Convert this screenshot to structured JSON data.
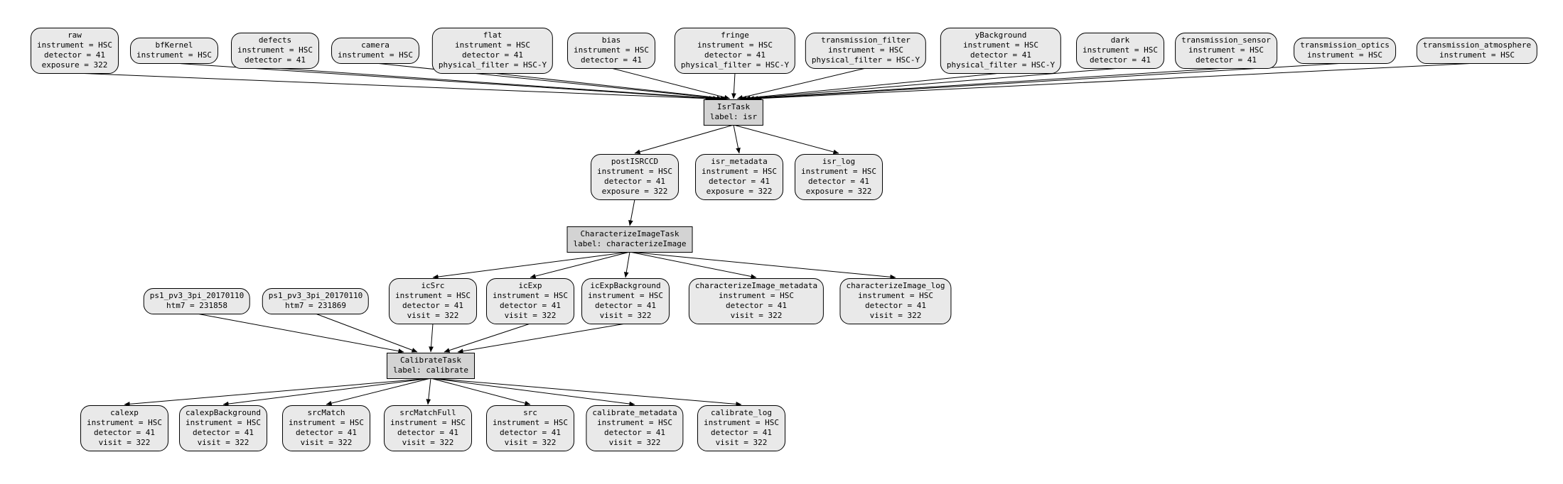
{
  "colors": {
    "background": "#ffffff",
    "dataset_fill": "#e9e9e9",
    "task_fill": "#d3d3d3",
    "node_border": "#000000",
    "edge": "#000000",
    "text": "#000000"
  },
  "nodes": {
    "raw": {
      "kind": "dataset",
      "title": "raw",
      "attrs": [
        "instrument = HSC",
        "detector = 41",
        "exposure = 322"
      ]
    },
    "bfKernel": {
      "kind": "dataset",
      "title": "bfKernel",
      "attrs": [
        "instrument = HSC"
      ]
    },
    "defects": {
      "kind": "dataset",
      "title": "defects",
      "attrs": [
        "instrument = HSC",
        "detector = 41"
      ]
    },
    "camera": {
      "kind": "dataset",
      "title": "camera",
      "attrs": [
        "instrument = HSC"
      ]
    },
    "flat": {
      "kind": "dataset",
      "title": "flat",
      "attrs": [
        "instrument = HSC",
        "detector = 41",
        "physical_filter = HSC-Y"
      ]
    },
    "bias": {
      "kind": "dataset",
      "title": "bias",
      "attrs": [
        "instrument = HSC",
        "detector = 41"
      ]
    },
    "fringe": {
      "kind": "dataset",
      "title": "fringe",
      "attrs": [
        "instrument = HSC",
        "detector = 41",
        "physical_filter = HSC-Y"
      ]
    },
    "transmission_filter": {
      "kind": "dataset",
      "title": "transmission_filter",
      "attrs": [
        "instrument = HSC",
        "physical_filter = HSC-Y"
      ]
    },
    "yBackground": {
      "kind": "dataset",
      "title": "yBackground",
      "attrs": [
        "instrument = HSC",
        "detector = 41",
        "physical_filter = HSC-Y"
      ]
    },
    "dark": {
      "kind": "dataset",
      "title": "dark",
      "attrs": [
        "instrument = HSC",
        "detector = 41"
      ]
    },
    "transmission_sensor": {
      "kind": "dataset",
      "title": "transmission_sensor",
      "attrs": [
        "instrument = HSC",
        "detector = 41"
      ]
    },
    "transmission_optics": {
      "kind": "dataset",
      "title": "transmission_optics",
      "attrs": [
        "instrument = HSC"
      ]
    },
    "transmission_atmosphere": {
      "kind": "dataset",
      "title": "transmission_atmosphere",
      "attrs": [
        "instrument = HSC"
      ]
    },
    "isrTask": {
      "kind": "task",
      "title": "IsrTask",
      "attrs": [
        "label: isr"
      ]
    },
    "postISRCCD": {
      "kind": "dataset",
      "title": "postISRCCD",
      "attrs": [
        "instrument = HSC",
        "detector = 41",
        "exposure = 322"
      ]
    },
    "isr_metadata": {
      "kind": "dataset",
      "title": "isr_metadata",
      "attrs": [
        "instrument = HSC",
        "detector = 41",
        "exposure = 322"
      ]
    },
    "isr_log": {
      "kind": "dataset",
      "title": "isr_log",
      "attrs": [
        "instrument = HSC",
        "detector = 41",
        "exposure = 322"
      ]
    },
    "characterizeImageTask": {
      "kind": "task",
      "title": "CharacterizeImageTask",
      "attrs": [
        "label: characterizeImage"
      ]
    },
    "ps1_a": {
      "kind": "dataset",
      "title": "ps1_pv3_3pi_20170110",
      "attrs": [
        "htm7 = 231858"
      ]
    },
    "ps1_b": {
      "kind": "dataset",
      "title": "ps1_pv3_3pi_20170110",
      "attrs": [
        "htm7 = 231869"
      ]
    },
    "icSrc": {
      "kind": "dataset",
      "title": "icSrc",
      "attrs": [
        "instrument = HSC",
        "detector = 41",
        "visit = 322"
      ]
    },
    "icExp": {
      "kind": "dataset",
      "title": "icExp",
      "attrs": [
        "instrument = HSC",
        "detector = 41",
        "visit = 322"
      ]
    },
    "icExpBackground": {
      "kind": "dataset",
      "title": "icExpBackground",
      "attrs": [
        "instrument = HSC",
        "detector = 41",
        "visit = 322"
      ]
    },
    "characterizeImage_metadata": {
      "kind": "dataset",
      "title": "characterizeImage_metadata",
      "attrs": [
        "instrument = HSC",
        "detector = 41",
        "visit = 322"
      ]
    },
    "characterizeImage_log": {
      "kind": "dataset",
      "title": "characterizeImage_log",
      "attrs": [
        "instrument = HSC",
        "detector = 41",
        "visit = 322"
      ]
    },
    "calibrateTask": {
      "kind": "task",
      "title": "CalibrateTask",
      "attrs": [
        "label: calibrate"
      ]
    },
    "calexp": {
      "kind": "dataset",
      "title": "calexp",
      "attrs": [
        "instrument = HSC",
        "detector = 41",
        "visit = 322"
      ]
    },
    "calexpBackground": {
      "kind": "dataset",
      "title": "calexpBackground",
      "attrs": [
        "instrument = HSC",
        "detector = 41",
        "visit = 322"
      ]
    },
    "srcMatch": {
      "kind": "dataset",
      "title": "srcMatch",
      "attrs": [
        "instrument = HSC",
        "detector = 41",
        "visit = 322"
      ]
    },
    "srcMatchFull": {
      "kind": "dataset",
      "title": "srcMatchFull",
      "attrs": [
        "instrument = HSC",
        "detector = 41",
        "visit = 322"
      ]
    },
    "src": {
      "kind": "dataset",
      "title": "src",
      "attrs": [
        "instrument = HSC",
        "detector = 41",
        "visit = 322"
      ]
    },
    "calibrate_metadata": {
      "kind": "dataset",
      "title": "calibrate_metadata",
      "attrs": [
        "instrument = HSC",
        "detector = 41",
        "visit = 322"
      ]
    },
    "calibrate_log": {
      "kind": "dataset",
      "title": "calibrate_log",
      "attrs": [
        "instrument = HSC",
        "detector = 41",
        "visit = 322"
      ]
    }
  },
  "edges": [
    {
      "from": "raw",
      "to": "isrTask"
    },
    {
      "from": "bfKernel",
      "to": "isrTask"
    },
    {
      "from": "defects",
      "to": "isrTask"
    },
    {
      "from": "camera",
      "to": "isrTask"
    },
    {
      "from": "flat",
      "to": "isrTask"
    },
    {
      "from": "bias",
      "to": "isrTask"
    },
    {
      "from": "fringe",
      "to": "isrTask"
    },
    {
      "from": "transmission_filter",
      "to": "isrTask"
    },
    {
      "from": "yBackground",
      "to": "isrTask"
    },
    {
      "from": "dark",
      "to": "isrTask"
    },
    {
      "from": "transmission_sensor",
      "to": "isrTask"
    },
    {
      "from": "transmission_optics",
      "to": "isrTask"
    },
    {
      "from": "transmission_atmosphere",
      "to": "isrTask"
    },
    {
      "from": "isrTask",
      "to": "postISRCCD"
    },
    {
      "from": "isrTask",
      "to": "isr_metadata"
    },
    {
      "from": "isrTask",
      "to": "isr_log"
    },
    {
      "from": "postISRCCD",
      "to": "characterizeImageTask"
    },
    {
      "from": "characterizeImageTask",
      "to": "icSrc"
    },
    {
      "from": "characterizeImageTask",
      "to": "icExp"
    },
    {
      "from": "characterizeImageTask",
      "to": "icExpBackground"
    },
    {
      "from": "characterizeImageTask",
      "to": "characterizeImage_metadata"
    },
    {
      "from": "characterizeImageTask",
      "to": "characterizeImage_log"
    },
    {
      "from": "ps1_a",
      "to": "calibrateTask"
    },
    {
      "from": "ps1_b",
      "to": "calibrateTask"
    },
    {
      "from": "icSrc",
      "to": "calibrateTask"
    },
    {
      "from": "icExp",
      "to": "calibrateTask"
    },
    {
      "from": "icExpBackground",
      "to": "calibrateTask"
    },
    {
      "from": "calibrateTask",
      "to": "calexp"
    },
    {
      "from": "calibrateTask",
      "to": "calexpBackground"
    },
    {
      "from": "calibrateTask",
      "to": "srcMatch"
    },
    {
      "from": "calibrateTask",
      "to": "srcMatchFull"
    },
    {
      "from": "calibrateTask",
      "to": "src"
    },
    {
      "from": "calibrateTask",
      "to": "calibrate_metadata"
    },
    {
      "from": "calibrateTask",
      "to": "calibrate_log"
    }
  ]
}
